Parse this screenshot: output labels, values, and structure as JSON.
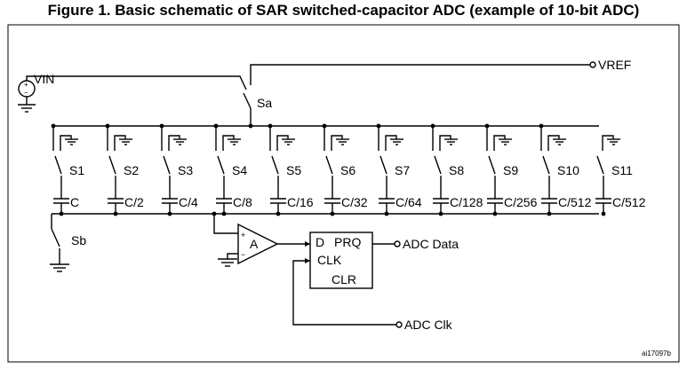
{
  "title": "Figure 1. Basic schematic of SAR switched-capacitor ADC (example of 10-bit ADC)",
  "labels": {
    "vin": "VIN",
    "vref": "VREF",
    "sa": "Sa",
    "sb": "Sb",
    "amp": "A",
    "amp_plus": "+",
    "amp_minus": "−",
    "ff_d": "D",
    "ff_prq": "PRQ",
    "ff_clk": "CLK",
    "ff_clr": "CLR",
    "adc_data": "ADC Data",
    "adc_clk": "ADC Clk",
    "figure_id": "ai17097b"
  },
  "switches": [
    "S1",
    "S2",
    "S3",
    "S4",
    "S5",
    "S6",
    "S7",
    "S8",
    "S9",
    "S10",
    "S11"
  ],
  "capacitors": [
    "C",
    "C/2",
    "C/4",
    "C/8",
    "C/16",
    "C/32",
    "C/64",
    "C/128",
    "C/256",
    "C/512",
    "C/512"
  ]
}
